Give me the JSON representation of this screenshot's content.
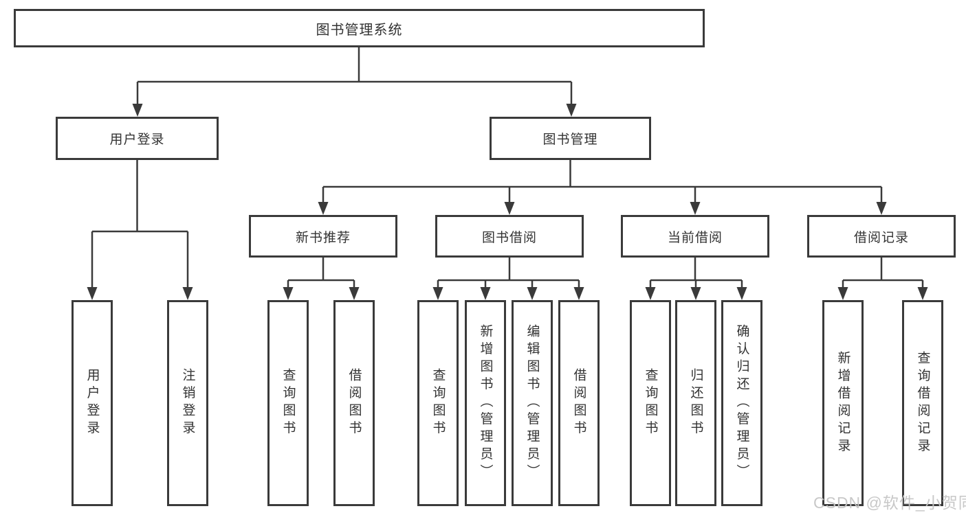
{
  "diagram": {
    "root": {
      "label": "图书管理系统"
    },
    "branches": {
      "user_login": {
        "label": "用户登录",
        "children": [
          "用户登录",
          "注销登录"
        ]
      },
      "book_management": {
        "label": "图书管理",
        "children": [
          {
            "label": "新书推荐",
            "children": [
              "查询图书",
              "借阅图书"
            ]
          },
          {
            "label": "图书借阅",
            "children": [
              "查询图书",
              "新增图书（管理员）",
              "编辑图书（管理员）",
              "借阅图书"
            ]
          },
          {
            "label": "当前借阅",
            "children": [
              "查询图书",
              "归还图书",
              "确认归还（管理员）"
            ]
          },
          {
            "label": "借阅记录",
            "children": [
              "新增借阅记录",
              "查询借阅记录"
            ]
          }
        ]
      }
    },
    "colors": {
      "line": "#3a3a3a",
      "text": "#333333",
      "watermark": "#c6c6c6"
    }
  },
  "watermark": {
    "text": "CSDN @软件_小贺同学"
  }
}
